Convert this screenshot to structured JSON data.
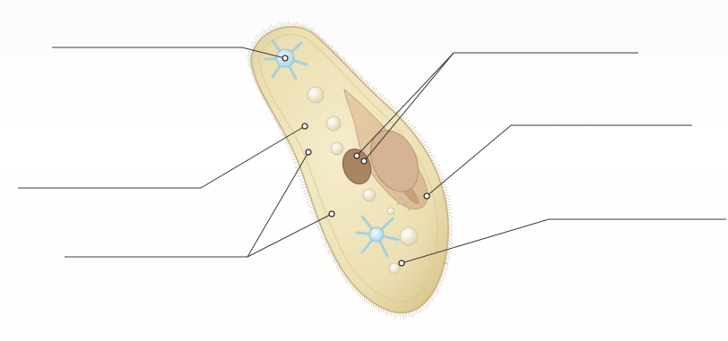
{
  "diagram": {
    "subject": "paramecium",
    "label_lines": [
      {
        "id": "contractile-vacuole-top-label-line",
        "label": ""
      },
      {
        "id": "nuclei-label-line",
        "label": ""
      },
      {
        "id": "pellicle-label-line",
        "label": ""
      },
      {
        "id": "oral-groove-label-line",
        "label": ""
      },
      {
        "id": "cilia-cytoplasm-label-line",
        "label": ""
      },
      {
        "id": "food-vacuole-label-line",
        "label": ""
      },
      {
        "id": "contractile-vacuole-bottom-label-line",
        "label": ""
      }
    ],
    "colors": {
      "cell_body": "#ede3b9",
      "cell_edge": "#cbb77f",
      "cilia": "#b7b4aa",
      "vacuole_blue": "#bfe3ee",
      "macronucleus": "#c9a98b",
      "micronucleus": "#9b7a5a",
      "food_vacuole": "#f4f0de",
      "leader_line": "#3a3a3a"
    }
  }
}
